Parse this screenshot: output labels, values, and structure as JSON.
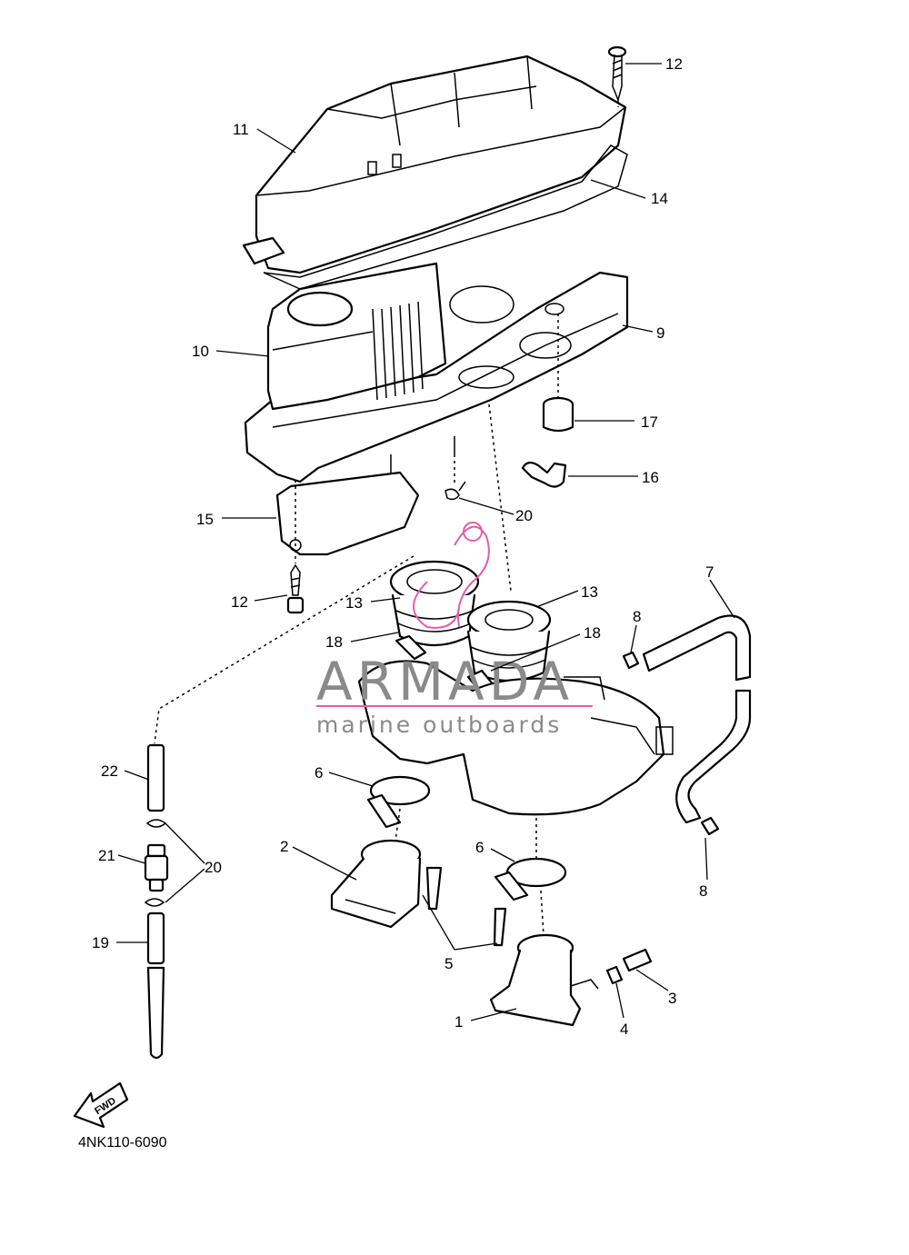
{
  "diagram": {
    "code": "4NK110-6090",
    "fwd_label": "FWD",
    "watermark": {
      "title": "ARMADA",
      "subtitle": "marine outboards",
      "logo_color": "#e05fa7",
      "text_color": "#8a8a8a"
    },
    "callouts": [
      "1",
      "2",
      "3",
      "4",
      "5",
      "6",
      "6",
      "7",
      "8",
      "8",
      "9",
      "10",
      "11",
      "12",
      "12",
      "13",
      "13",
      "14",
      "15",
      "16",
      "17",
      "18",
      "18",
      "19",
      "20",
      "20",
      "21",
      "22"
    ]
  },
  "colors": {
    "line": "#000000",
    "background": "#ffffff"
  }
}
